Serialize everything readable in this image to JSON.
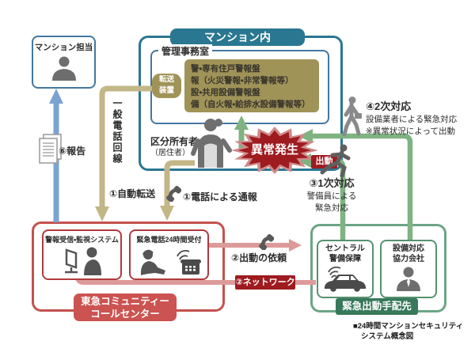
{
  "colors": {
    "teal": "#2a7791",
    "office_blue": "#44779f",
    "olive": "#a09358",
    "tan_line": "#c3b687",
    "dark_red": "#9e1b20",
    "burst_halo": "#cf8a8a",
    "container_red": "#c4524e",
    "badge_red": "#cb5351",
    "pink_line": "#dc9b99",
    "green_line": "#7fb382",
    "container_green": "#6ba585",
    "badge_green": "#37795a",
    "blue_line": "#7ba3d0"
  },
  "mansion": {
    "header": "マンション内",
    "office_label": "管理事務室",
    "transfer_line1": "転送",
    "transfer_line2": "装置",
    "alarm_lines": [
      "警・専有住戸警報盤",
      "報（火災警報・非常警報等）",
      "設・共用設備警報盤",
      "備（自火報・給排水設備警報等）"
    ],
    "resident_title": "区分所有者",
    "resident_subtitle": "（居住者）"
  },
  "alert": {
    "burst": "異常発生",
    "dispatch": "出動"
  },
  "flows": {
    "report": "⑥報告",
    "phone_line_vertical": "一般電話回線",
    "auto_forward": "①自動転送",
    "phone_report": "①電話による通報",
    "dispatch_request": "②出動の依頼",
    "network": "②ネットワーク"
  },
  "responses": {
    "primary_title": "③1次対応",
    "primary_line1": "警備員による",
    "primary_line2": "緊急対応",
    "secondary_title": "④2次対応",
    "secondary_line1": "設備業者による緊急対応",
    "secondary_line2": "※異常状況によって出動"
  },
  "staff_box": "マンション担当",
  "call_center": {
    "monitor_box": "警報受信・監視システム",
    "phone_box": "緊急電話24時間受付",
    "name_line1": "東急コミュニティー",
    "name_line2": "コールセンター"
  },
  "dispatch_group": {
    "security_line1": "セントラル",
    "security_line2": "警備保障",
    "partner_line1": "設備対応",
    "partner_line2": "協力会社",
    "badge": "緊急出動手配先"
  },
  "caption": {
    "line1": "■24時間マンションセキュリティ",
    "line2": "システム概念図"
  }
}
